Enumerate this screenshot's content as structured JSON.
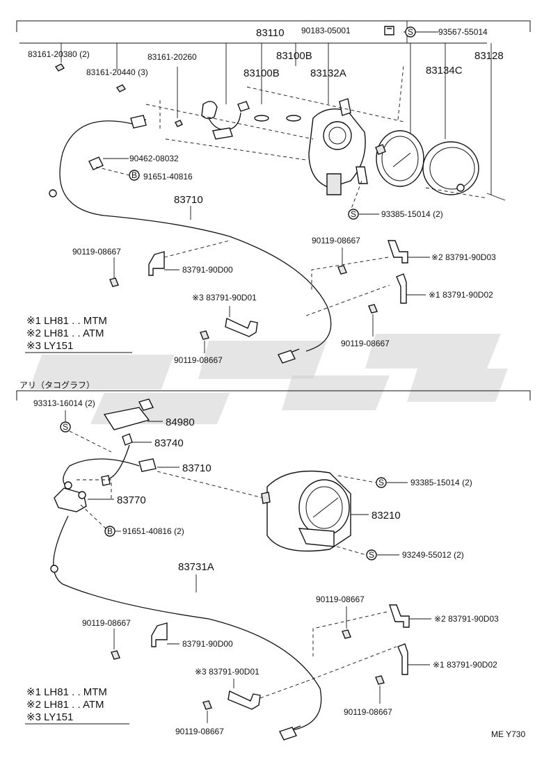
{
  "top": {
    "labels": {
      "p83110": "83110",
      "p90183": "90183-05001",
      "p93567": "93567-55014",
      "p83161_20380": "83161-20380 (2)",
      "p83161_20260": "83161-20260",
      "p83100B_a": "83100B",
      "p83128": "83128",
      "p83161_20440": "83161-20440 (3)",
      "p83100B_b": "83100B",
      "p83132A": "83132A",
      "p83134C": "83134C",
      "p90462": "90462-08032",
      "p91651": "91651-40816",
      "p83710": "83710",
      "p93385": "93385-15014 (2)",
      "p90119_a": "90119-08667",
      "p90119_b": "90119-08667",
      "p83791_D03": "※2 83791-90D03",
      "p83791_D00": "83791-90D00",
      "p83791_D01": "※3 83791-90D01",
      "p83791_D02": "※1 83791-90D02",
      "p90119_c": "90119-08667",
      "p90119_d": "90119-08667"
    },
    "legend": [
      "※1 LH81 . . MTM",
      "※2 LH81 . . ATM",
      "※3 LY151"
    ]
  },
  "bottom": {
    "section_title": "アリ（タコグラフ）",
    "labels": {
      "p93313": "93313-16014 (2)",
      "p84980": "84980",
      "p83740": "83740",
      "p83710": "83710",
      "p83770": "83770",
      "p93385": "93385-15014 (2)",
      "p83210": "83210",
      "p91651": "91651-40816 (2)",
      "p93249": "93249-55012 (2)",
      "p83731A": "83731A",
      "p90119_a": "90119-08667",
      "p90119_b": "90119-08667",
      "p83791_D03": "※2 83791-90D03",
      "p83791_D00": "83791-90D00",
      "p83791_D01": "※3 83791-90D01",
      "p83791_D02": "※1 83791-90D02",
      "p90119_c": "90119-08667",
      "p90119_d": "90119-08667"
    },
    "legend": [
      "※1 LH81 . . MTM",
      "※2 LH81 . . ATM",
      "※3 LY151"
    ]
  },
  "markers": {
    "S": "S",
    "B": "B"
  },
  "footer": {
    "code": "ME Y730"
  }
}
